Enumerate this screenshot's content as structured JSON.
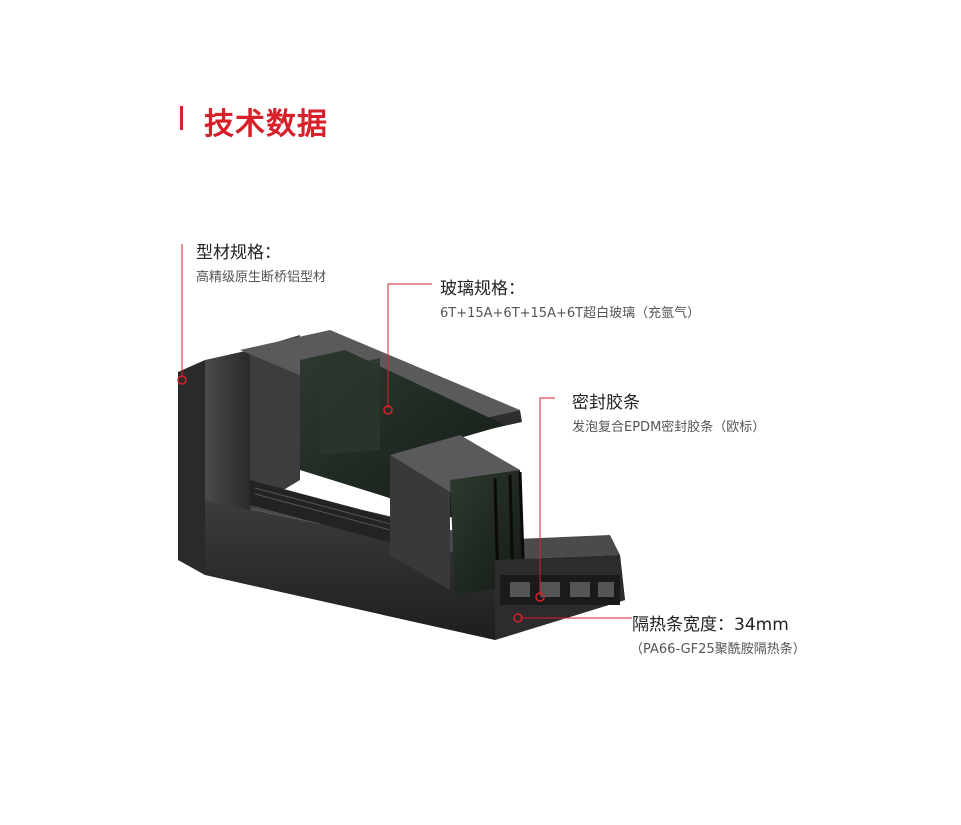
{
  "header": {
    "title": "技术数据"
  },
  "annotations": {
    "profile": {
      "title": "型材规格：",
      "detail": "高精级原生断桥铝型材"
    },
    "glass": {
      "title": "玻璃规格：",
      "detail": "6T+15A+6T+15A+6T超白玻璃（充氩气）"
    },
    "seal": {
      "title": "密封胶条",
      "detail": "发泡复合EPDM密封胶条（欧标）"
    },
    "strip": {
      "title": "隔热条宽度：34mm",
      "detail": "（PA66-GF25聚酰胺隔热条）"
    }
  },
  "colors": {
    "accent": "#d8202a",
    "frame": "#3a3a3c",
    "frame_dark": "#1e1e20",
    "glass": "#1c2a1e"
  }
}
